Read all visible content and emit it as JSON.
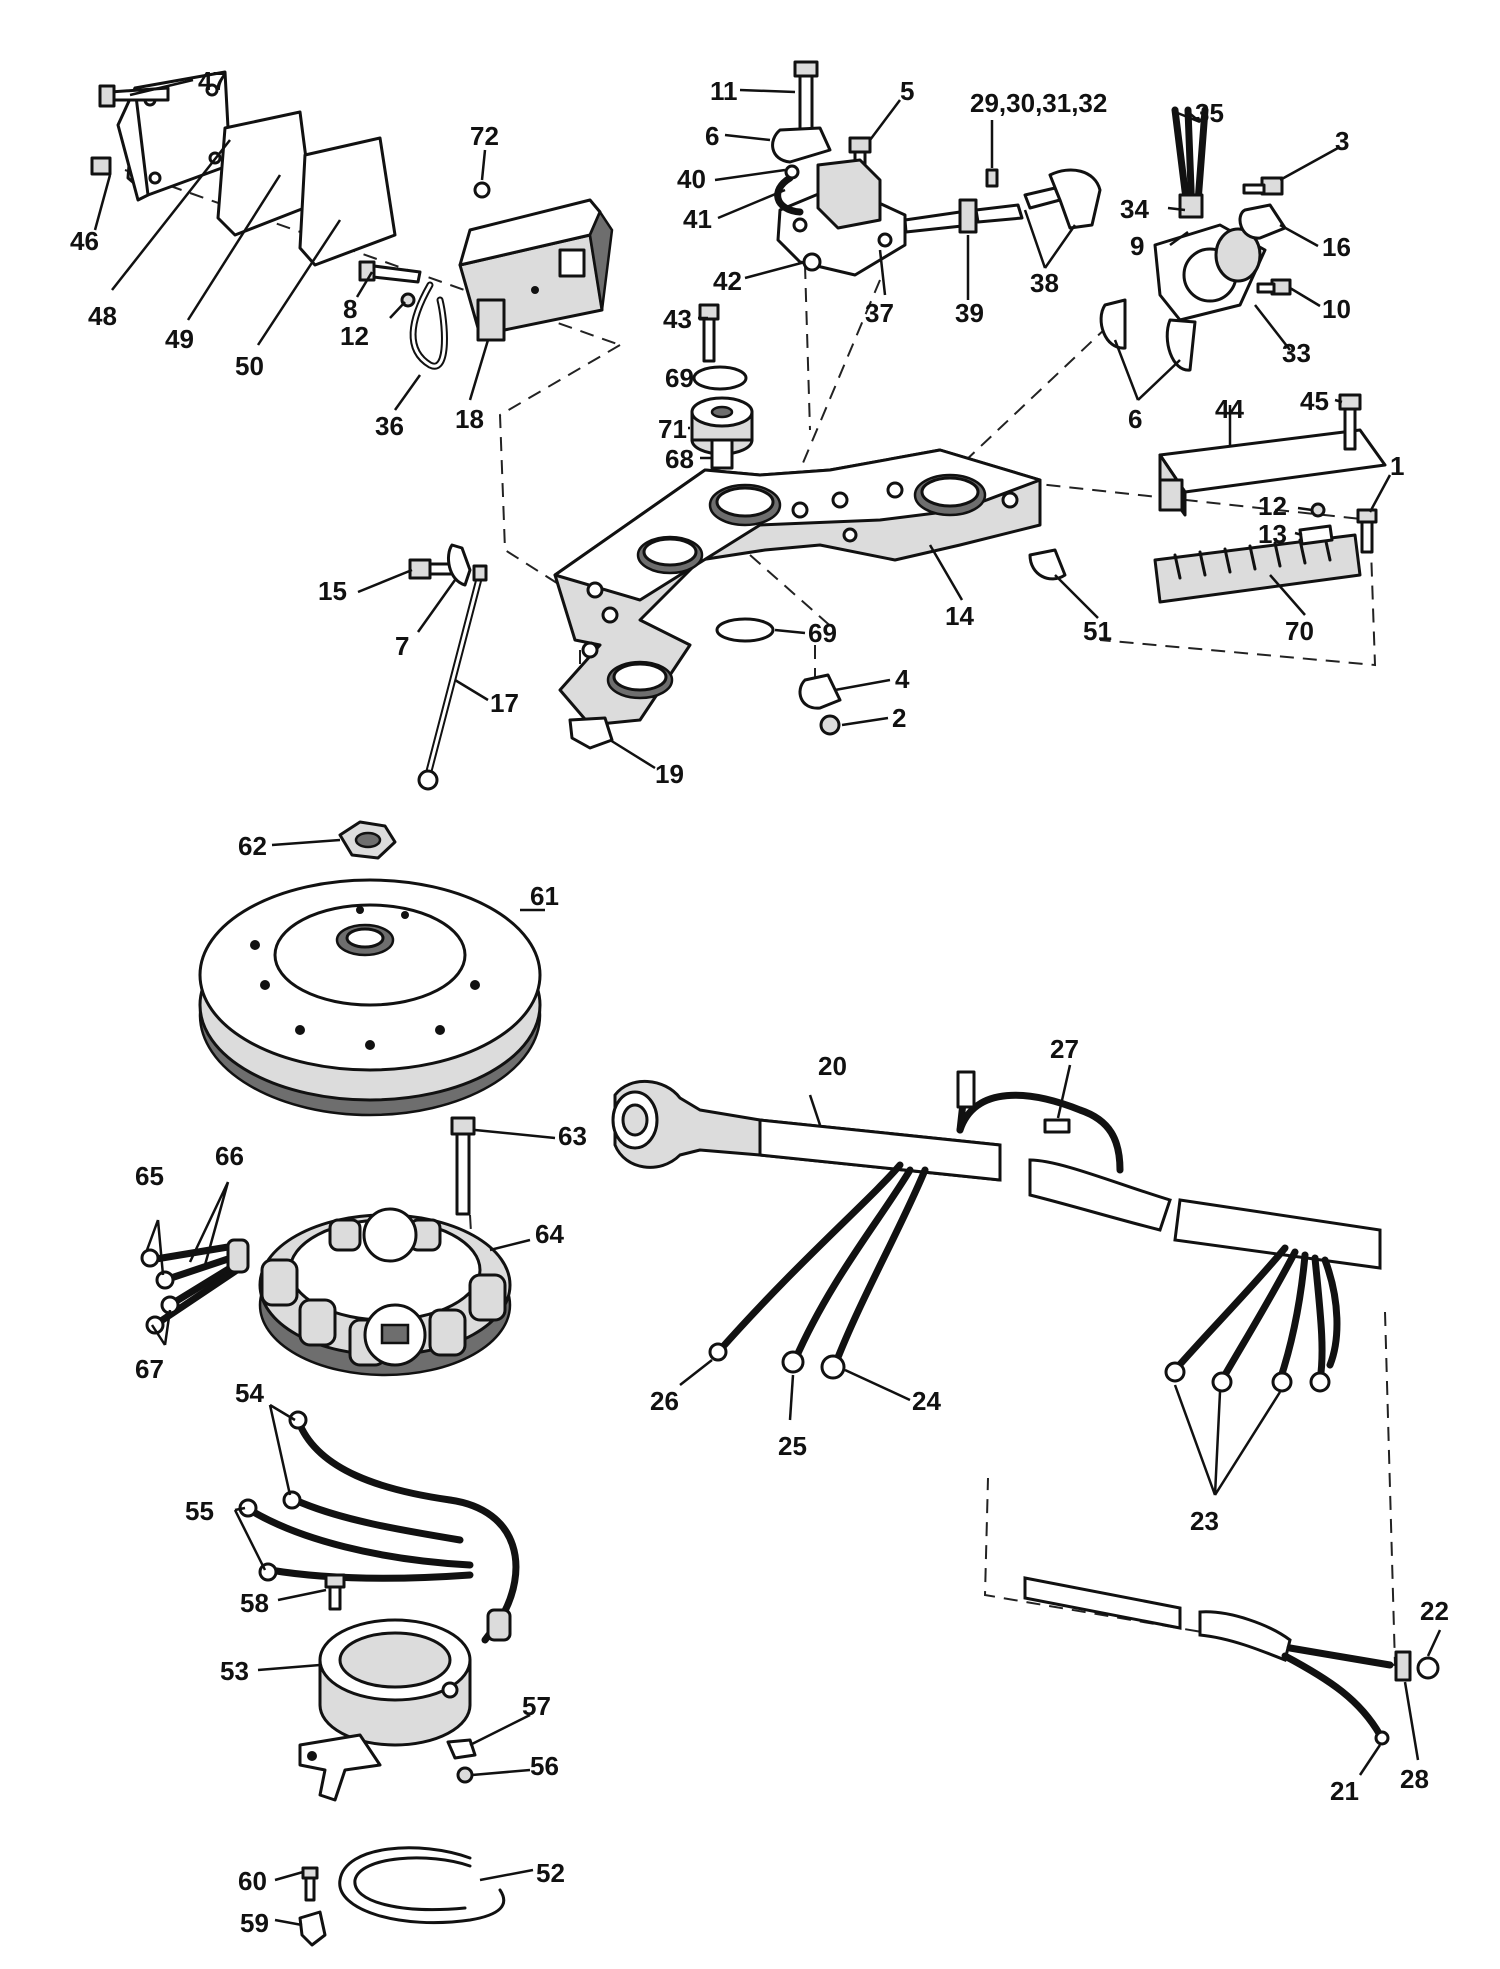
{
  "callouts": [
    {
      "id": "c47",
      "label": "47"
    },
    {
      "id": "c46",
      "label": "46"
    },
    {
      "id": "c48",
      "label": "48"
    },
    {
      "id": "c49",
      "label": "49"
    },
    {
      "id": "c50",
      "label": "50"
    },
    {
      "id": "c72",
      "label": "72"
    },
    {
      "id": "c8",
      "label": "8"
    },
    {
      "id": "c12a",
      "label": "12"
    },
    {
      "id": "c36",
      "label": "36"
    },
    {
      "id": "c18",
      "label": "18"
    },
    {
      "id": "c11",
      "label": "11"
    },
    {
      "id": "c5",
      "label": "5"
    },
    {
      "id": "c6a",
      "label": "6"
    },
    {
      "id": "c40",
      "label": "40"
    },
    {
      "id": "c41",
      "label": "41"
    },
    {
      "id": "c42",
      "label": "42"
    },
    {
      "id": "c37",
      "label": "37"
    },
    {
      "id": "c29",
      "label": "29,30,31,32"
    },
    {
      "id": "c39",
      "label": "39"
    },
    {
      "id": "c38",
      "label": "38"
    },
    {
      "id": "c35",
      "label": "35"
    },
    {
      "id": "c3",
      "label": "3"
    },
    {
      "id": "c34",
      "label": "34"
    },
    {
      "id": "c9",
      "label": "9"
    },
    {
      "id": "c16",
      "label": "16"
    },
    {
      "id": "c10",
      "label": "10"
    },
    {
      "id": "c33",
      "label": "33"
    },
    {
      "id": "c6b",
      "label": "6"
    },
    {
      "id": "c43",
      "label": "43"
    },
    {
      "id": "c69a",
      "label": "69"
    },
    {
      "id": "c71",
      "label": "71"
    },
    {
      "id": "c68",
      "label": "68"
    },
    {
      "id": "c45",
      "label": "45"
    },
    {
      "id": "c44",
      "label": "44"
    },
    {
      "id": "c1",
      "label": "1"
    },
    {
      "id": "c12b",
      "label": "12"
    },
    {
      "id": "c13",
      "label": "13"
    },
    {
      "id": "c70",
      "label": "70"
    },
    {
      "id": "c14",
      "label": "14"
    },
    {
      "id": "c51",
      "label": "51"
    },
    {
      "id": "c15",
      "label": "15"
    },
    {
      "id": "c7",
      "label": "7"
    },
    {
      "id": "c17",
      "label": "17"
    },
    {
      "id": "c69b",
      "label": "69"
    },
    {
      "id": "c4",
      "label": "4"
    },
    {
      "id": "c2",
      "label": "2"
    },
    {
      "id": "c19",
      "label": "19"
    },
    {
      "id": "c62",
      "label": "62"
    },
    {
      "id": "c61",
      "label": "61"
    },
    {
      "id": "c63",
      "label": "63"
    },
    {
      "id": "c65",
      "label": "65"
    },
    {
      "id": "c66",
      "label": "66"
    },
    {
      "id": "c64",
      "label": "64"
    },
    {
      "id": "c67",
      "label": "67"
    },
    {
      "id": "c20",
      "label": "20"
    },
    {
      "id": "c27",
      "label": "27"
    },
    {
      "id": "c26",
      "label": "26"
    },
    {
      "id": "c25",
      "label": "25"
    },
    {
      "id": "c24",
      "label": "24"
    },
    {
      "id": "c23",
      "label": "23"
    },
    {
      "id": "c54",
      "label": "54"
    },
    {
      "id": "c55",
      "label": "55"
    },
    {
      "id": "c58",
      "label": "58"
    },
    {
      "id": "c53",
      "label": "53"
    },
    {
      "id": "c57",
      "label": "57"
    },
    {
      "id": "c56",
      "label": "56"
    },
    {
      "id": "c60",
      "label": "60"
    },
    {
      "id": "c59",
      "label": "59"
    },
    {
      "id": "c52",
      "label": "52"
    },
    {
      "id": "c22",
      "label": "22"
    },
    {
      "id": "c21",
      "label": "21"
    },
    {
      "id": "c28",
      "label": "28"
    }
  ]
}
